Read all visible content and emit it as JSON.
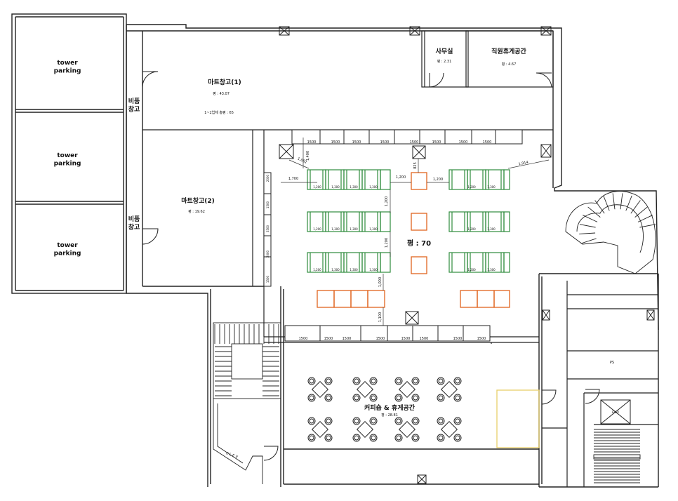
{
  "rooms": {
    "tower1": "tower\nparking",
    "tower2": "tower\nparking",
    "tower3": "tower\nparking",
    "mart1_title": "마트창고(1)",
    "mart1_area": "평 : 43.07",
    "mart1_note": "1~2업체 총평 : 65",
    "mart2_title": "마트창고(2)",
    "mart2_area": "평 : 19.62",
    "storage1": "비품\n창고",
    "storage2": "비품\n창고",
    "office": "사무실",
    "office_area": "평 : 2.31",
    "staff_lounge": "직원휴게공간",
    "staff_area": "평 : 4.67",
    "main_area": "평 : 70",
    "cafe_title": "커피숍 & 휴게공간",
    "cafe_area": "평 : 28.81",
    "ps": "PS",
    "elev": "E L E V",
    "elev2": "ELEV"
  },
  "dims": {
    "top_row": [
      "1500",
      "1500",
      "1500",
      "1500",
      "1500",
      "1500",
      "1500",
      "1500"
    ],
    "bottom_row": [
      "1500",
      "1500",
      "1500",
      "1500",
      "1500",
      "1500",
      "1500",
      "1500"
    ],
    "left_col": [
      "2000",
      "1500",
      "3500",
      "2000",
      "1500"
    ],
    "d1700": "1,700",
    "d1200a": "1,200",
    "d1200b": "1,200",
    "d1200c": "1,200",
    "d1200d": "1,200",
    "d1000": "1,000",
    "d1100": "1,100",
    "d825": "825",
    "d1400": "1,400",
    "d1082": "1,082",
    "d1914": "1,914",
    "shelf_label": "1,200",
    "shelf_label2": "1,300"
  },
  "colors": {
    "wall": "#222222",
    "shelf": "#2e8b3c",
    "orange": "#e0641e",
    "yellow": "#e8cf6a"
  }
}
